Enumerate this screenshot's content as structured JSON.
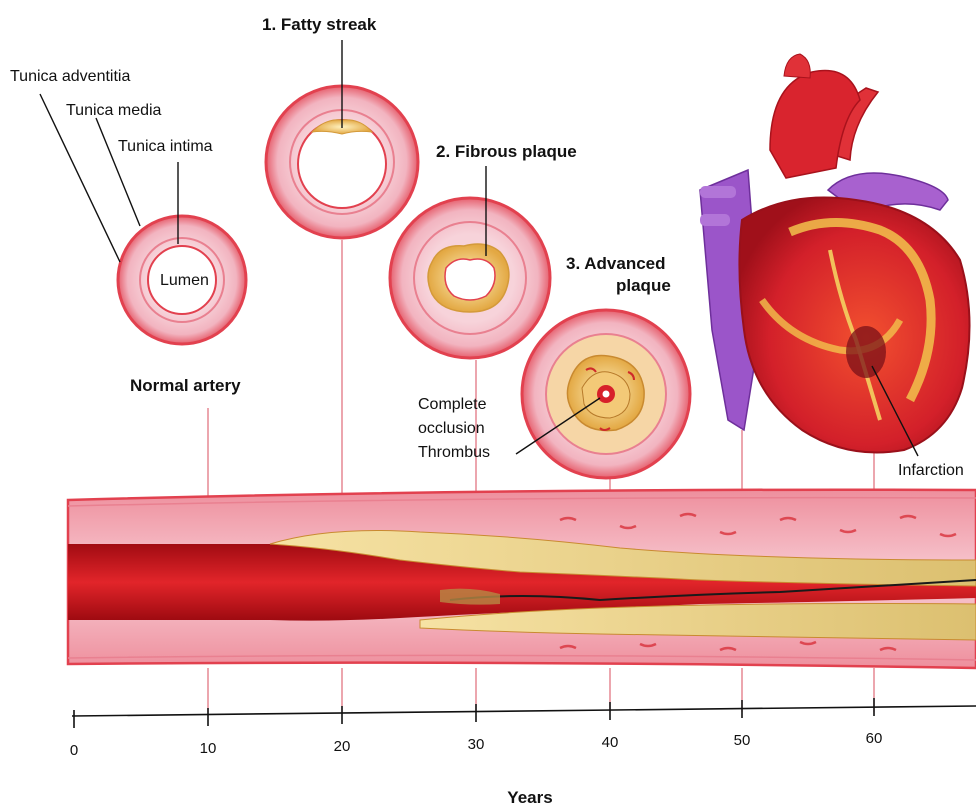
{
  "layers": {
    "adventitia": "Tunica adventitia",
    "media": "Tunica media",
    "intima": "Tunica intima",
    "lumen": "Lumen"
  },
  "normal_label": "Normal artery",
  "stages": [
    {
      "label": "1. Fatty streak",
      "years": 20
    },
    {
      "label": "2. Fibrous plaque",
      "years": 30
    },
    {
      "label_line1": "3. Advanced",
      "label_line2": "plaque",
      "years": 40
    }
  ],
  "occlusion": {
    "line1": "Complete",
    "line2": "occlusion",
    "line3": "Thrombus"
  },
  "infarction_label": "Infarction",
  "axis": {
    "ticks": [
      "0",
      "10",
      "20",
      "30",
      "40",
      "50",
      "60"
    ],
    "title": "Years"
  },
  "colors": {
    "vessel_wall": "#f2b7c1",
    "wall_edge": "#e5414d",
    "blood": "#d2141a",
    "plaque": "#f0d48a",
    "heart_red": "#d9242e",
    "vein_purple": "#9b55c9"
  }
}
